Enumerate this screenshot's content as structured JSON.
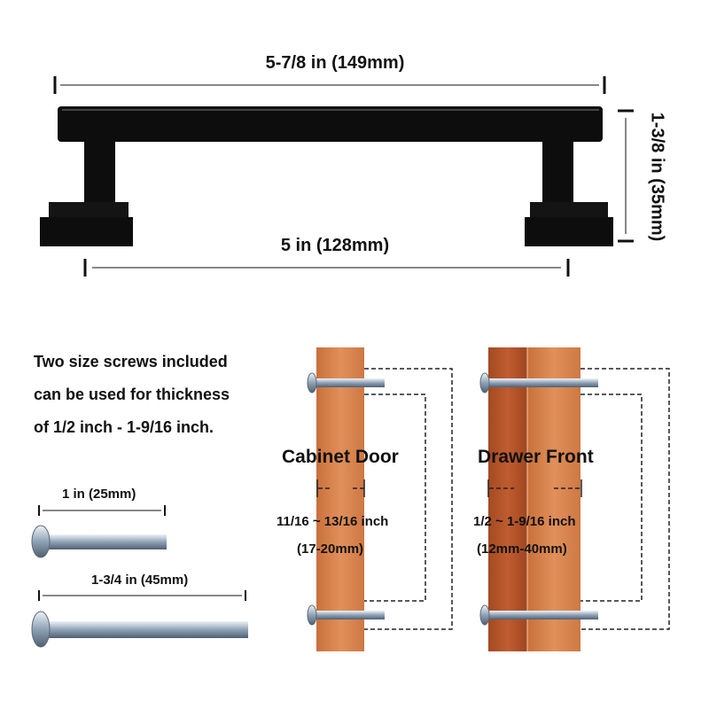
{
  "handle": {
    "overall_length": "5-7/8 in (149mm)",
    "hole_spacing": "5 in (128mm)",
    "projection": "1-3/8 in (35mm)",
    "color": "#0d0d0d"
  },
  "screws_note": [
    "Two size screws included",
    "can be used for thickness",
    "of 1/2 inch - 1-9/16 inch."
  ],
  "screws": [
    {
      "length": "1 in (25mm)"
    },
    {
      "length": "1-3/4 in (45mm)"
    }
  ],
  "cabinet_door": {
    "title": "Cabinet Door",
    "range": "11/16 ~ 13/16 inch",
    "range_mm": "(17-20mm)"
  },
  "drawer_front": {
    "title": "Drawer Front",
    "range": "1/2 ~ 1-9/16 inch",
    "range_mm": "(12mm-40mm)"
  },
  "colors": {
    "wood_light": "#d9824a",
    "wood_dark": "#b0532a"
  }
}
